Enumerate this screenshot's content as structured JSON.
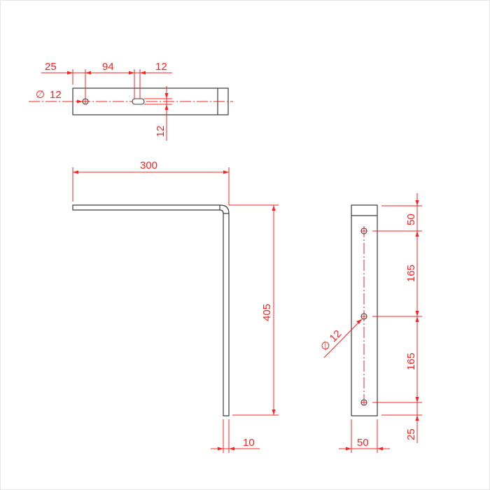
{
  "drawing": {
    "type": "technical-drawing",
    "subject": "L-shaped shelf bracket",
    "colors": {
      "part_outline": "#3a3a3a",
      "dimension": "#ff2020",
      "background": "#ffffff",
      "border": "#e6e6e6"
    }
  },
  "top_view": {
    "dims": {
      "edge_to_hole": "25",
      "hole_to_slot": "94",
      "slot_width": "12",
      "hole_diameter_symbol": "∅",
      "hole_diameter": "12",
      "slot_height": "12"
    }
  },
  "front_view": {
    "dims": {
      "horizontal_length": "300",
      "vertical_height": "405",
      "thickness": "10"
    }
  },
  "side_view": {
    "dims": {
      "top_to_hole1": "50",
      "hole1_to_hole2": "165",
      "hole2_to_hole3": "165",
      "hole3_to_bottom": "25",
      "width": "50",
      "hole_diameter_symbol": "∅",
      "hole_diameter": "12"
    }
  }
}
